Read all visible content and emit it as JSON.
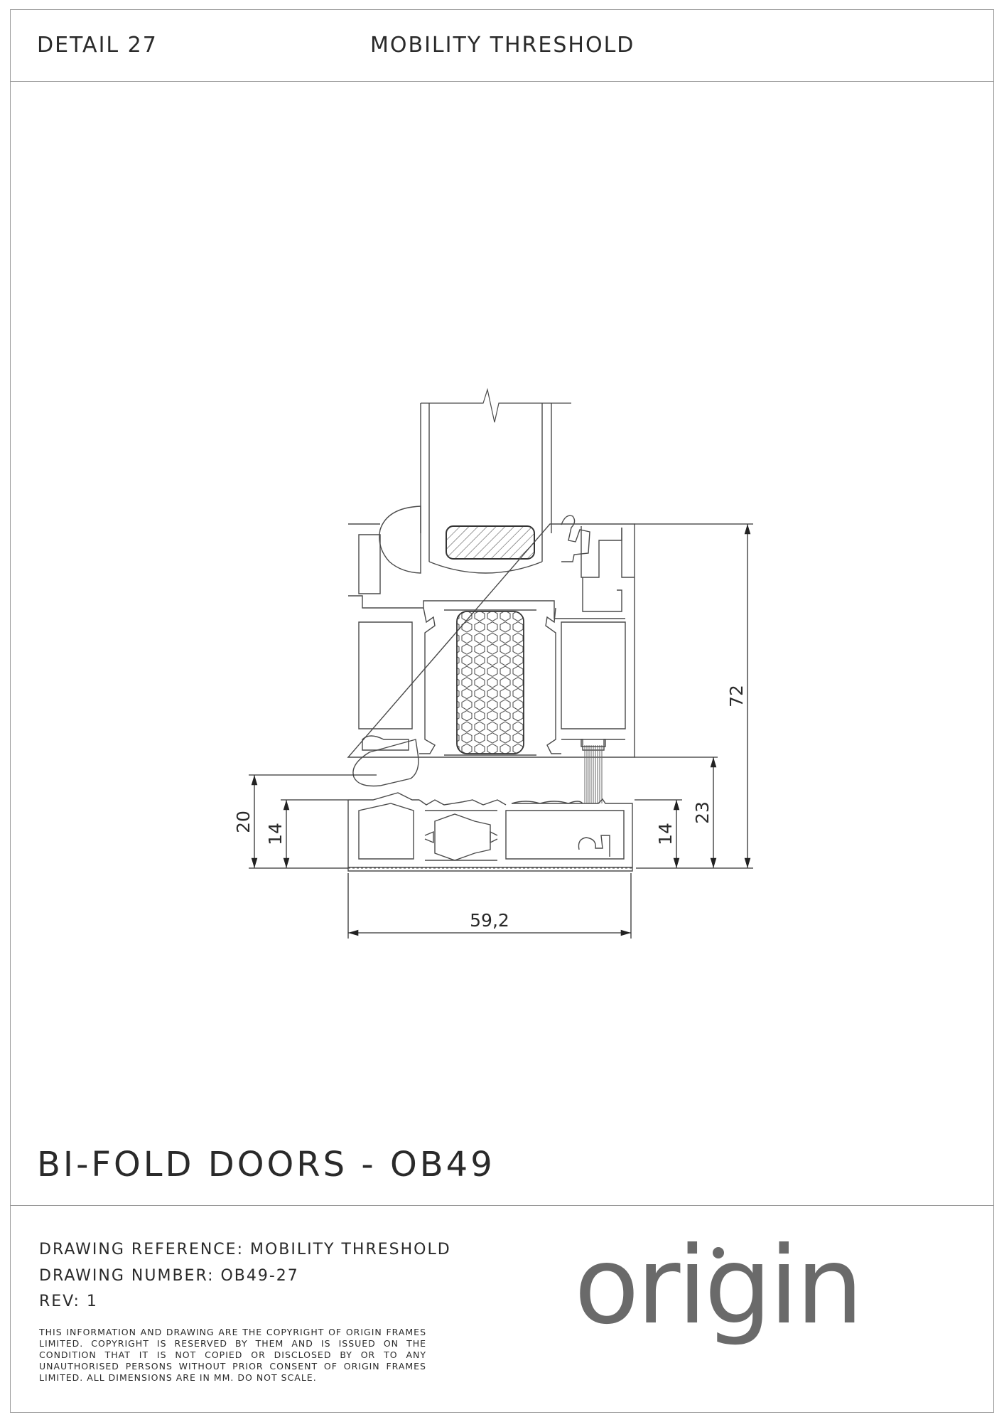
{
  "header": {
    "detail": "DETAIL 27",
    "title": "MOBILITY THRESHOLD"
  },
  "product_title": "BI-FOLD DOORS - OB49",
  "dimensions": {
    "width": "59,2",
    "overall_height": "72",
    "left_outer": "20",
    "left_inner": "14",
    "right_inner": "14",
    "right_outer": "23"
  },
  "info": {
    "reference": "DRAWING REFERENCE: MOBILITY THRESHOLD",
    "number": "DRAWING NUMBER: OB49-27",
    "rev": "REV: 1",
    "copyright": "THIS INFORMATION AND DRAWING ARE THE COPYRIGHT OF ORIGIN FRAMES LIMITED. COPYRIGHT IS RESERVED BY THEM AND IS ISSUED ON THE CONDITION THAT IT IS NOT COPIED OR DISCLOSED BY OR TO ANY UNAUTHORISED PERSONS WITHOUT PRIOR CONSENT OF ORIGIN FRAMES LIMITED. ALL DIMENSIONS ARE IN MM. DO NOT SCALE."
  },
  "logo": {
    "text": "origin",
    "color": "#6a6a6a"
  }
}
